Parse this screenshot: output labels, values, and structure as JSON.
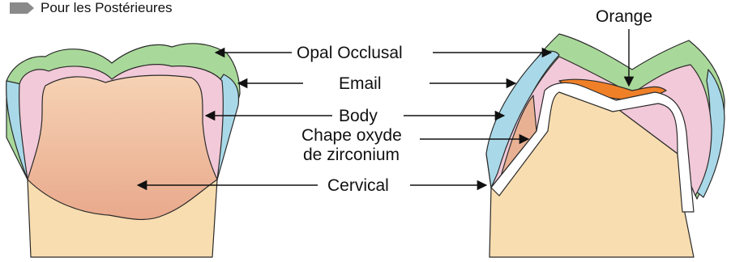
{
  "header": {
    "text": "Pour les Postérieures",
    "bullet_color": "#8a8a8a"
  },
  "labels": {
    "opal_occlusal": "Opal Occlusal",
    "email": "Email",
    "body": "Body",
    "chape_line1": "Chape oxyde",
    "chape_line2": "de zirconium",
    "cervical": "Cervical",
    "orange": "Orange"
  },
  "colors": {
    "opal_occlusal": "#a9d99a",
    "email": "#a9d9e8",
    "body": "#f2c9d8",
    "dentin_gradient_top": "#f6d2b4",
    "dentin_gradient_bottom": "#e9a98c",
    "root": "#f8ddb0",
    "orange": "#f08028",
    "chape": "#ffffff",
    "cervical_right": "#e9b194",
    "outline": "#2a2a2a"
  }
}
